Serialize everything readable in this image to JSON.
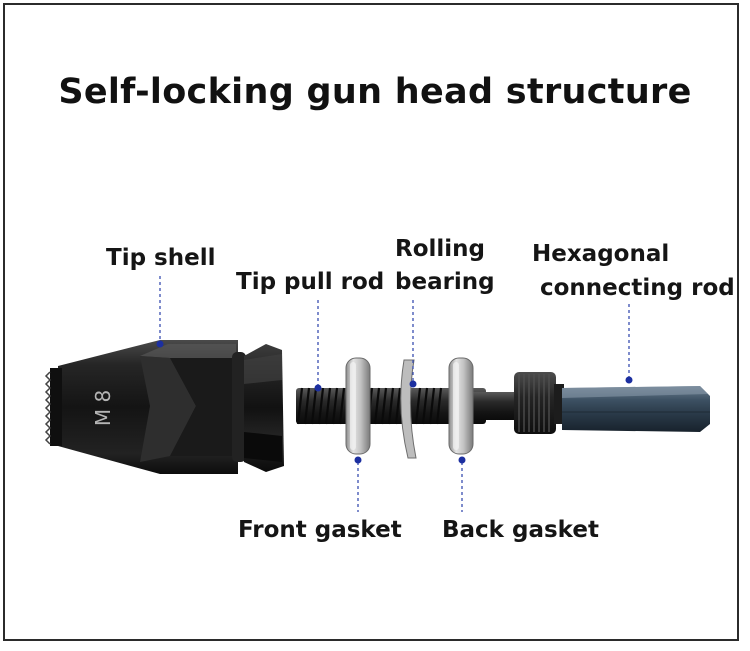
{
  "title": "Self-locking gun head structure",
  "labels": {
    "tip_shell": "Tip shell",
    "tip_pull_rod": "Tip pull rod",
    "rolling_bearing_line1": "Rolling",
    "rolling_bearing_line2": "bearing",
    "hexagonal_connecting_rod_line1": "Hexagonal",
    "hexagonal_connecting_rod_line2": "connecting rod",
    "front_gasket": "Front gasket",
    "back_gasket": "Back gasket"
  },
  "engraving": "M 8",
  "colors": {
    "leader_line": "#3a4fb0",
    "leader_dot": "#1c2fa0",
    "metal_dark": "#1b1b1b",
    "gasket_silver": "#c9c9c9",
    "hex_rod_blue": "#34475a"
  }
}
